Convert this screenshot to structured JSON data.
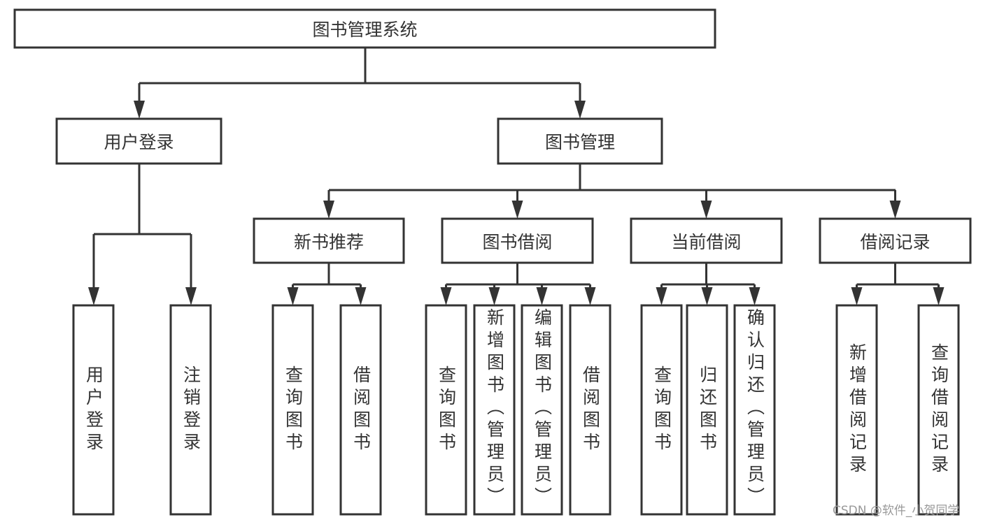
{
  "root": "图书管理系统",
  "level1": [
    {
      "label": "用户登录",
      "children": [
        "用户登录",
        "注销登录"
      ]
    },
    {
      "label": "图书管理",
      "children": [
        {
          "label": "新书推荐",
          "children": [
            "查询图书",
            "借阅图书"
          ]
        },
        {
          "label": "图书借阅",
          "children": [
            "查询图书",
            "新增图书（管理员）",
            "编辑图书（管理员）",
            "借阅图书"
          ]
        },
        {
          "label": "当前借阅",
          "children": [
            "查询图书",
            "归还图书",
            "确认归还（管理员）"
          ]
        },
        {
          "label": "借阅记录",
          "children": [
            "新增借阅记录",
            "查询借阅记录"
          ]
        }
      ]
    }
  ],
  "watermark": "CSDN @软件_小贺同学",
  "colors": {
    "line": "#333333",
    "text": "#333333"
  }
}
